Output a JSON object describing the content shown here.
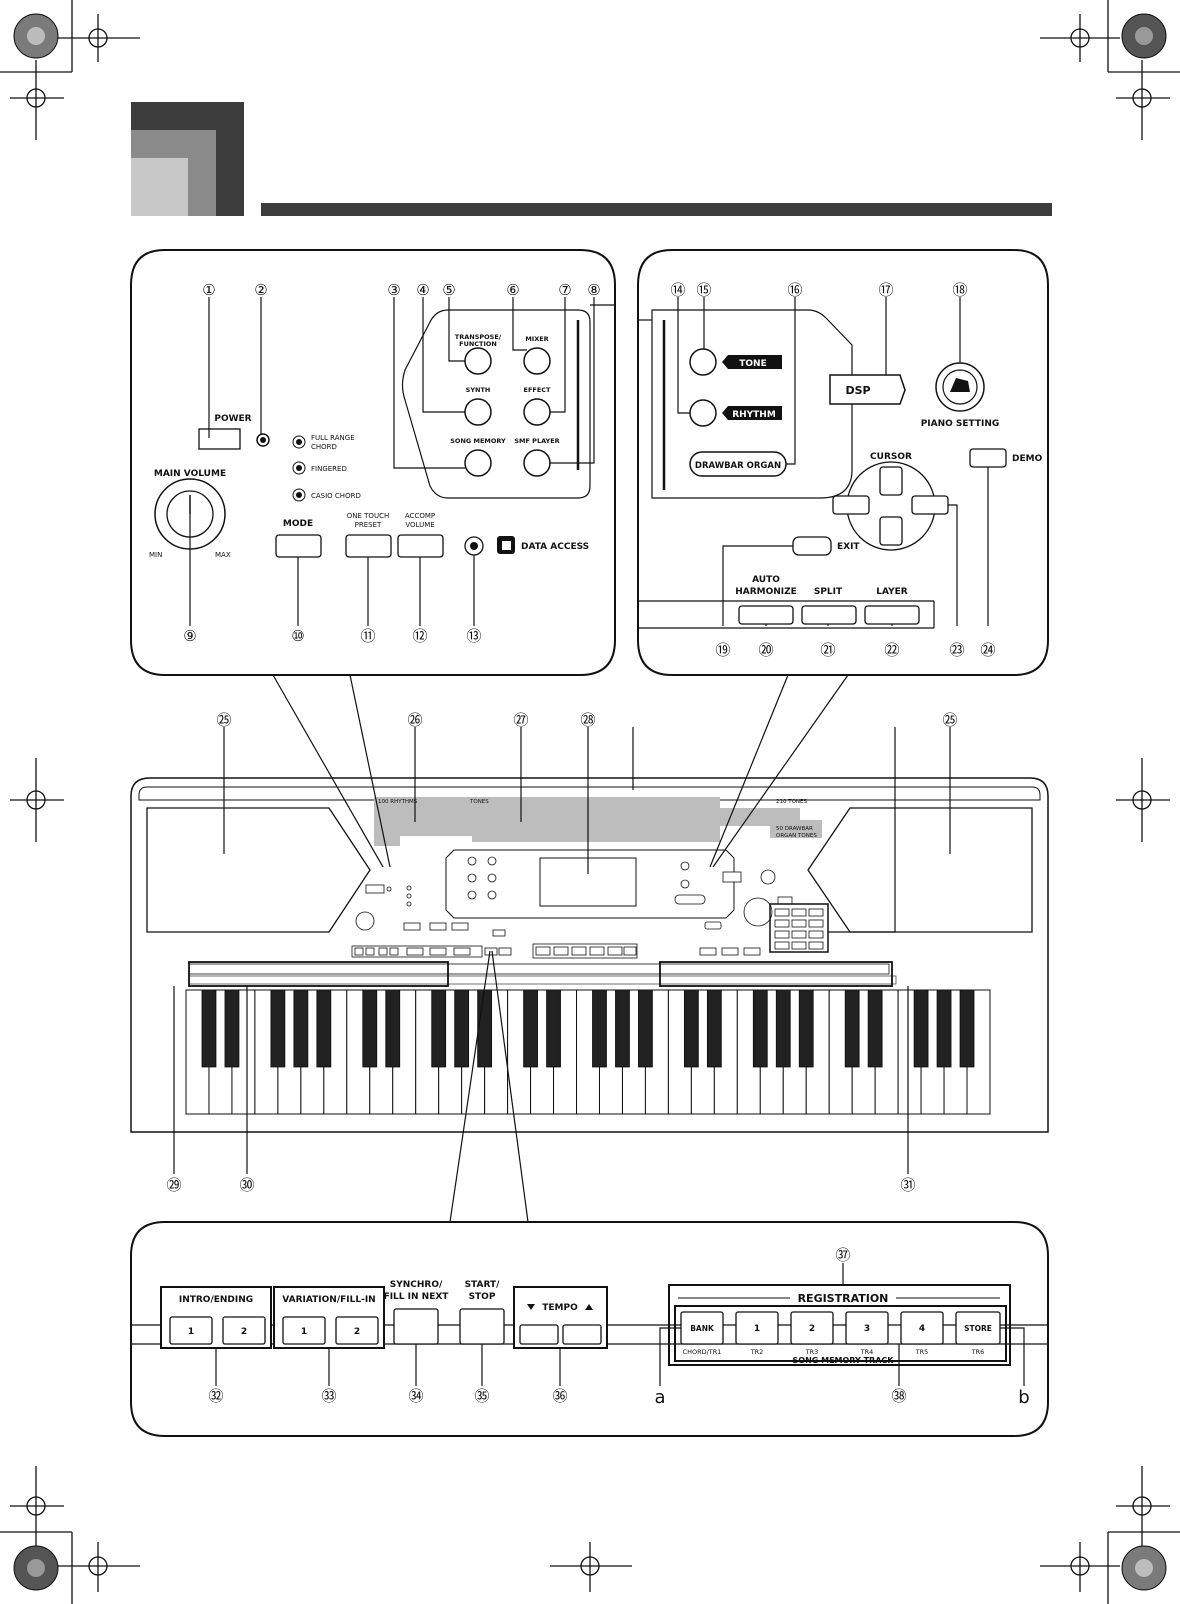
{
  "panel_upper_left": {
    "power": "POWER",
    "main_volume": "MAIN VOLUME",
    "min": "MIN",
    "max": "MAX",
    "full_range_chord_1": "FULL RANGE",
    "full_range_chord_2": "CHORD",
    "fingered": "FINGERED",
    "casio_chord": "CASIO CHORD",
    "mode": "MODE",
    "one_touch_1": "ONE TOUCH",
    "one_touch_2": "PRESET",
    "accomp_1": "ACCOMP",
    "accomp_2": "VOLUME",
    "data_access": "DATA ACCESS",
    "transpose_1": "TRANSPOSE/",
    "transpose_2": "FUNCTION",
    "mixer": "MIXER",
    "synth": "SYNTH",
    "effect": "EFFECT",
    "song_memory": "SONG MEMORY",
    "smf_player": "SMF PLAYER"
  },
  "panel_upper_right": {
    "tone": "TONE",
    "rhythm": "RHYTHM",
    "drawbar_organ": "DRAWBAR ORGAN",
    "dsp": "DSP",
    "piano_setting": "PIANO SETTING",
    "cursor": "CURSOR",
    "demo": "DEMO",
    "exit": "EXIT",
    "auto_harmonize_1": "AUTO",
    "auto_harmonize_2": "HARMONIZE",
    "split": "SPLIT",
    "layer": "LAYER"
  },
  "keyboard": {
    "label_100_rhythms": "100 RHYTHMS",
    "label_tones": "TONES",
    "label_210_tones": "210 TONES",
    "label_drawbar_1": "50 DRAWBAR",
    "label_drawbar_2": "ORGAN TONES"
  },
  "panel_bottom": {
    "intro_ending": "INTRO/ENDING",
    "variation_fill_in": "VARIATION/FILL-IN",
    "synchro_1": "SYNCHRO/",
    "synchro_2": "FILL IN NEXT",
    "start_1": "START/",
    "start_2": "STOP",
    "tempo": "TEMPO",
    "registration": "REGISTRATION",
    "bank": "BANK",
    "store": "STORE",
    "song_memory_track": "SONG MEMORY TRACK",
    "btn_1": "1",
    "btn_2": "2",
    "btn_3": "3",
    "btn_4": "4",
    "chord_tr1": "CHORD/TR1",
    "tr2": "TR2",
    "tr3": "TR3",
    "tr4": "TR4",
    "tr5": "TR5",
    "tr6": "TR6",
    "letter_a": "a",
    "letter_b": "b"
  },
  "callouts": {
    "c1": "①",
    "c2": "②",
    "c3": "③",
    "c4": "④",
    "c5": "⑤",
    "c6": "⑥",
    "c7": "⑦",
    "c8": "⑧",
    "c9": "⑨",
    "c10": "⑩",
    "c11": "⑪",
    "c12": "⑫",
    "c13": "⑬",
    "c14": "⑭",
    "c15": "⑮",
    "c16": "⑯",
    "c17": "⑰",
    "c18": "⑱",
    "c19": "⑲",
    "c20": "⑳",
    "c21": "㉑",
    "c22": "㉒",
    "c23": "㉓",
    "c24": "㉔",
    "c25": "㉕",
    "c26": "㉖",
    "c27": "㉗",
    "c28": "㉘",
    "c29": "㉙",
    "c30": "㉚",
    "c31": "㉛",
    "c32": "㉜",
    "c33": "㉝",
    "c34": "㉞",
    "c35": "㉟",
    "c36": "㊱",
    "c37": "㊲",
    "c38": "㊳"
  },
  "colors": {
    "header_dark": "#3c3c3c",
    "header_mid": "#8a8a8a",
    "header_light": "#c8c8c8",
    "display_gray": "#bdbdbd"
  }
}
